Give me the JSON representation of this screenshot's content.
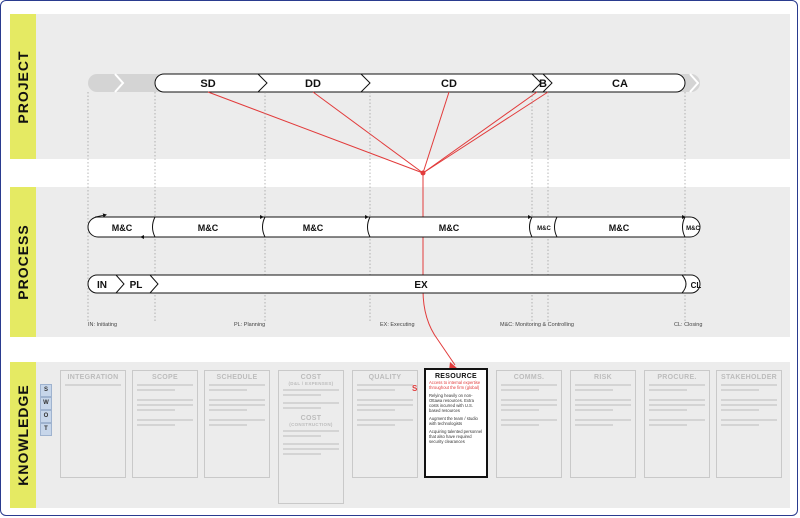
{
  "bands": {
    "project": "PROJECT",
    "process": "PROCESS",
    "knowledge": "KNOWLEDGE"
  },
  "project_phases": [
    "SD",
    "DD",
    "CD",
    "B",
    "CA"
  ],
  "mc_labels": [
    "M&C",
    "M&C",
    "M&C",
    "M&C",
    "M&C",
    "M&C",
    "M&C"
  ],
  "exec_labels": {
    "initiating": "IN",
    "planning": "PL",
    "executing": "EX",
    "closing": "CL"
  },
  "legend": {
    "initiating": "IN: Initiating",
    "planning": "PL: Planning",
    "executing": "EX: Executing",
    "monitoring": "M&C: Monitoring & Controlling",
    "closing": "CL: Closing"
  },
  "swot": [
    "S",
    "W",
    "O",
    "T"
  ],
  "knowledge_areas": [
    {
      "title": "INTEGRATION"
    },
    {
      "title": "SCOPE"
    },
    {
      "title": "SCHEDULE"
    },
    {
      "title": "COST",
      "subtitle": "(D&L / EXPENSES)",
      "title2": "COST",
      "subtitle2": "(CONSTRUCTION)"
    },
    {
      "title": "QUALITY"
    },
    {
      "title": "RESOURCE"
    },
    {
      "title": "COMMS."
    },
    {
      "title": "RISK"
    },
    {
      "title": "PROCURE."
    },
    {
      "title": "STAKEHOLDER"
    }
  ],
  "resource_card": {
    "s_marker": "S",
    "red_text": "Access to internal expertise throughout the firm (global)",
    "bullet1": "Relying heavily on non-Ottawa resources. Extra costs incurred with U.S. based resources",
    "bullet2": "Augment the team / studio with technologists",
    "bullet3": "Acquiring talented personnel that also have required security clearances"
  },
  "colors": {
    "accent_yellow": "#e5ea63",
    "connector_red": "#e23b3b",
    "band_gray": "#ececec",
    "swot_blue": "#c7d6ea"
  }
}
